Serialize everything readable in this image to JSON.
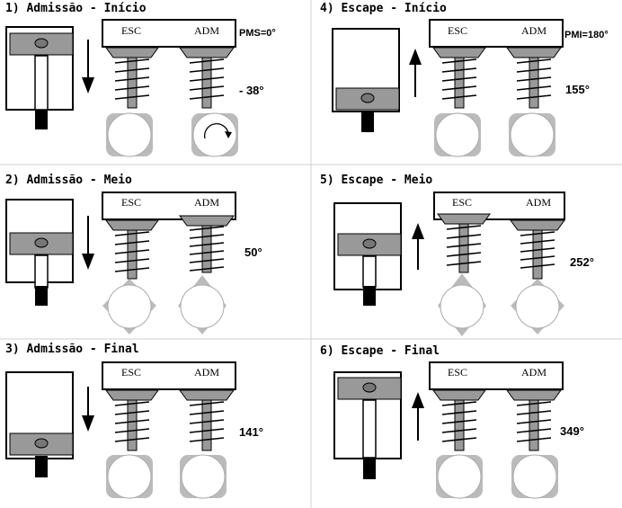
{
  "diagram": {
    "panels": [
      {
        "title": "1) Admissão - Início",
        "exhaust_label": "ESC",
        "intake_label": "ADM",
        "reference": "PMS=0°",
        "angle": "- 38°"
      },
      {
        "title": "2) Admissão - Meio",
        "exhaust_label": "ESC",
        "intake_label": "ADM",
        "reference": "",
        "angle": "50°"
      },
      {
        "title": "3) Admissão - Final",
        "exhaust_label": "ESC",
        "intake_label": "ADM",
        "reference": "",
        "angle": "141°"
      },
      {
        "title": "4) Escape - Início",
        "exhaust_label": "ESC",
        "intake_label": "ADM",
        "reference": "PMI=180°",
        "angle": "155°"
      },
      {
        "title": "5) Escape - Meio",
        "exhaust_label": "ESC",
        "intake_label": "ADM",
        "reference": "",
        "angle": "252°"
      },
      {
        "title": "6) Escape - Final",
        "exhaust_label": "ESC",
        "intake_label": "ADM",
        "reference": "",
        "angle": "349°"
      }
    ]
  }
}
